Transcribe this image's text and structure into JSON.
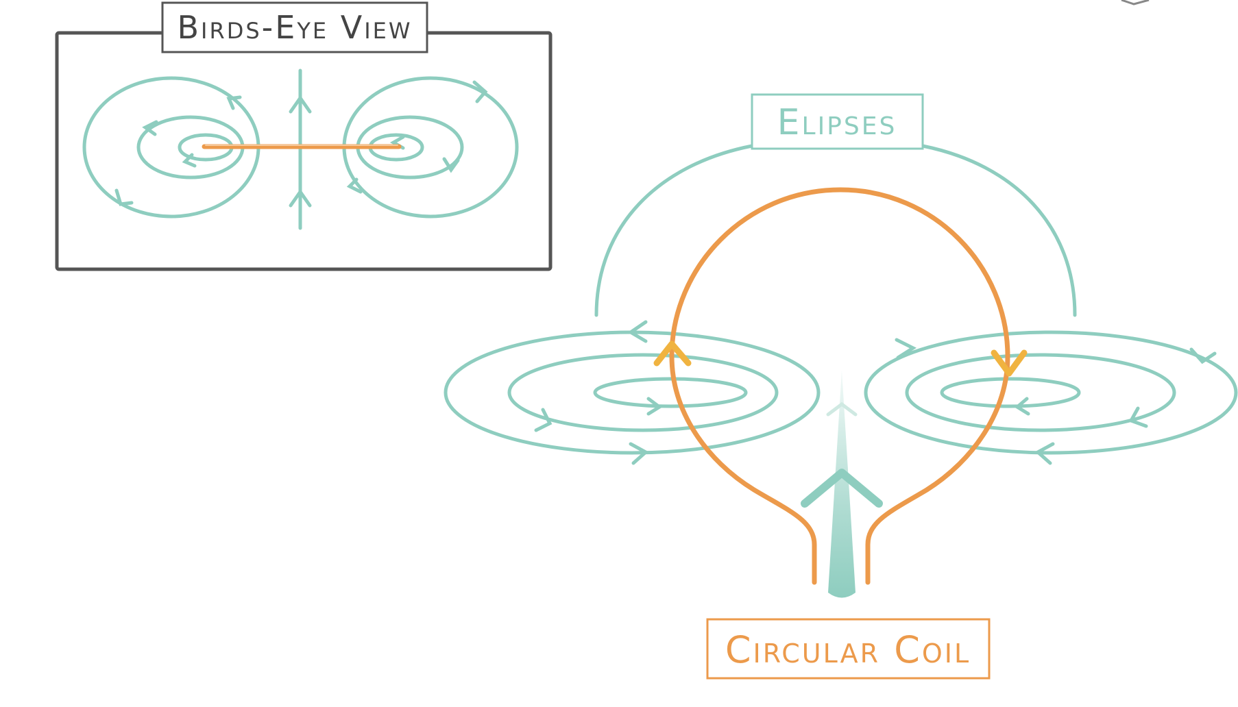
{
  "labels": {
    "birds_eye_view": "Birds-Eye View",
    "elipses": "Elipses",
    "circular_coil": "Circular Coil"
  },
  "colors": {
    "field": "#8ecdbf",
    "coil": "#ec9a4b",
    "coil_arrow": "#f0b340",
    "frame": "#555555",
    "background": "#ffffff"
  }
}
